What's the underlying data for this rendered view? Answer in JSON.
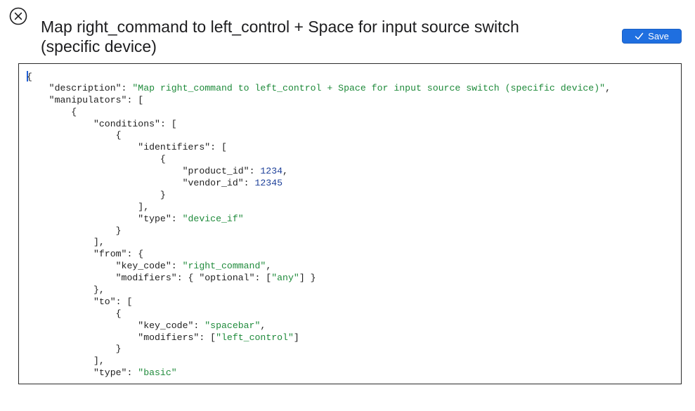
{
  "header": {
    "title": "Map right_command to left_control + Space for input source switch (specific device)",
    "save_label": "Save"
  },
  "icons": {
    "close": "close-circle-icon",
    "save": "checkmark-icon"
  },
  "colors": {
    "save_button": "#1f6fe0",
    "string_token": "#1e8a3a",
    "number_token": "#1c3f99",
    "caret": "#1f5fd6"
  },
  "editor": {
    "lines": [
      [
        {
          "t": "p",
          "v": "{"
        }
      ],
      [
        {
          "t": "p",
          "v": "    "
        },
        {
          "t": "k",
          "v": "\"description\""
        },
        {
          "t": "p",
          "v": ": "
        },
        {
          "t": "s",
          "v": "\"Map right_command to left_control + Space for input source switch (specific device)\""
        },
        {
          "t": "p",
          "v": ","
        }
      ],
      [
        {
          "t": "p",
          "v": "    "
        },
        {
          "t": "k",
          "v": "\"manipulators\""
        },
        {
          "t": "p",
          "v": ": ["
        }
      ],
      [
        {
          "t": "p",
          "v": "        {"
        }
      ],
      [
        {
          "t": "p",
          "v": "            "
        },
        {
          "t": "k",
          "v": "\"conditions\""
        },
        {
          "t": "p",
          "v": ": ["
        }
      ],
      [
        {
          "t": "p",
          "v": "                {"
        }
      ],
      [
        {
          "t": "p",
          "v": "                    "
        },
        {
          "t": "k",
          "v": "\"identifiers\""
        },
        {
          "t": "p",
          "v": ": ["
        }
      ],
      [
        {
          "t": "p",
          "v": "                        {"
        }
      ],
      [
        {
          "t": "p",
          "v": "                            "
        },
        {
          "t": "k",
          "v": "\"product_id\""
        },
        {
          "t": "p",
          "v": ": "
        },
        {
          "t": "n",
          "v": "1234"
        },
        {
          "t": "p",
          "v": ","
        }
      ],
      [
        {
          "t": "p",
          "v": "                            "
        },
        {
          "t": "k",
          "v": "\"vendor_id\""
        },
        {
          "t": "p",
          "v": ": "
        },
        {
          "t": "n",
          "v": "12345"
        }
      ],
      [
        {
          "t": "p",
          "v": "                        }"
        }
      ],
      [
        {
          "t": "p",
          "v": "                    ],"
        }
      ],
      [
        {
          "t": "p",
          "v": "                    "
        },
        {
          "t": "k",
          "v": "\"type\""
        },
        {
          "t": "p",
          "v": ": "
        },
        {
          "t": "s",
          "v": "\"device_if\""
        }
      ],
      [
        {
          "t": "p",
          "v": "                }"
        }
      ],
      [
        {
          "t": "p",
          "v": "            ],"
        }
      ],
      [
        {
          "t": "p",
          "v": "            "
        },
        {
          "t": "k",
          "v": "\"from\""
        },
        {
          "t": "p",
          "v": ": {"
        }
      ],
      [
        {
          "t": "p",
          "v": "                "
        },
        {
          "t": "k",
          "v": "\"key_code\""
        },
        {
          "t": "p",
          "v": ": "
        },
        {
          "t": "s",
          "v": "\"right_command\""
        },
        {
          "t": "p",
          "v": ","
        }
      ],
      [
        {
          "t": "p",
          "v": "                "
        },
        {
          "t": "k",
          "v": "\"modifiers\""
        },
        {
          "t": "p",
          "v": ": { "
        },
        {
          "t": "k",
          "v": "\"optional\""
        },
        {
          "t": "p",
          "v": ": ["
        },
        {
          "t": "s",
          "v": "\"any\""
        },
        {
          "t": "p",
          "v": "] }"
        }
      ],
      [
        {
          "t": "p",
          "v": "            },"
        }
      ],
      [
        {
          "t": "p",
          "v": "            "
        },
        {
          "t": "k",
          "v": "\"to\""
        },
        {
          "t": "p",
          "v": ": ["
        }
      ],
      [
        {
          "t": "p",
          "v": "                {"
        }
      ],
      [
        {
          "t": "p",
          "v": "                    "
        },
        {
          "t": "k",
          "v": "\"key_code\""
        },
        {
          "t": "p",
          "v": ": "
        },
        {
          "t": "s",
          "v": "\"spacebar\""
        },
        {
          "t": "p",
          "v": ","
        }
      ],
      [
        {
          "t": "p",
          "v": "                    "
        },
        {
          "t": "k",
          "v": "\"modifiers\""
        },
        {
          "t": "p",
          "v": ": ["
        },
        {
          "t": "s",
          "v": "\"left_control\""
        },
        {
          "t": "p",
          "v": "]"
        }
      ],
      [
        {
          "t": "p",
          "v": "                }"
        }
      ],
      [
        {
          "t": "p",
          "v": "            ],"
        }
      ],
      [
        {
          "t": "p",
          "v": "            "
        },
        {
          "t": "k",
          "v": "\"type\""
        },
        {
          "t": "p",
          "v": ": "
        },
        {
          "t": "s",
          "v": "\"basic\""
        }
      ]
    ]
  }
}
